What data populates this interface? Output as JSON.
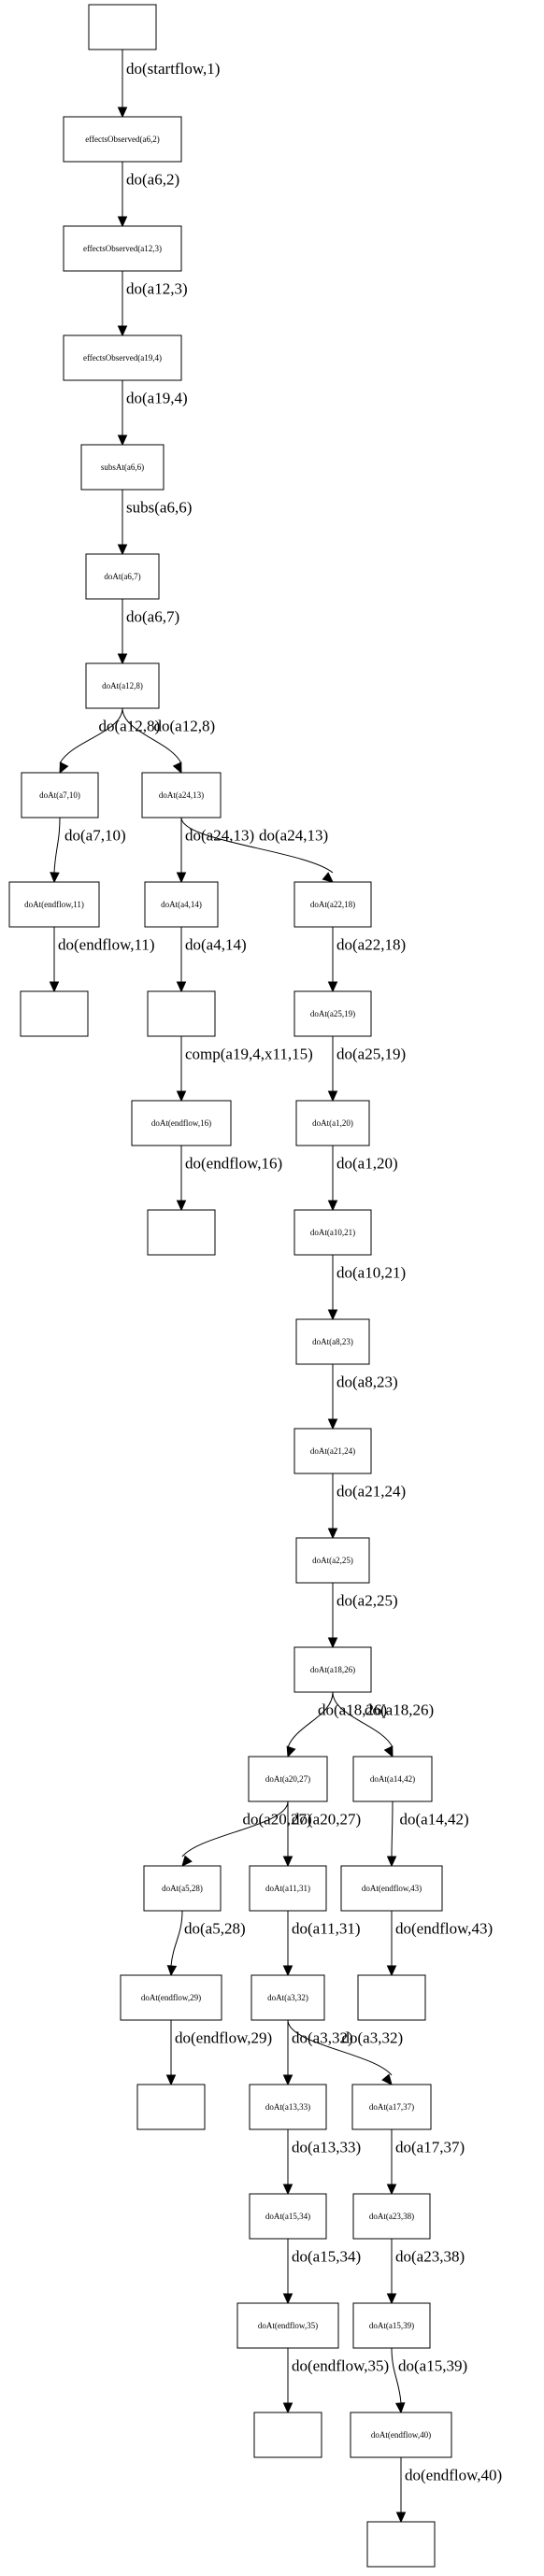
{
  "nodes": [
    {
      "id": "n0",
      "label": ""
    },
    {
      "id": "n1",
      "label": "effectsObserved(a6,2)"
    },
    {
      "id": "n2",
      "label": "effectsObserved(a12,3)"
    },
    {
      "id": "n3",
      "label": "effectsObserved(a19,4)"
    },
    {
      "id": "n4",
      "label": "subsAt(a6,6)"
    },
    {
      "id": "n5",
      "label": "doAt(a6,7)"
    },
    {
      "id": "n6",
      "label": "doAt(a12,8)"
    },
    {
      "id": "n7",
      "label": "doAt(a7,10)"
    },
    {
      "id": "n8",
      "label": "doAt(a24,13)"
    },
    {
      "id": "n9",
      "label": "doAt(endflow,11)"
    },
    {
      "id": "n10",
      "label": "doAt(a4,14)"
    },
    {
      "id": "n11",
      "label": "doAt(a22,18)"
    },
    {
      "id": "n12",
      "label": ""
    },
    {
      "id": "n13",
      "label": ""
    },
    {
      "id": "n14",
      "label": "doAt(a25,19)"
    },
    {
      "id": "n15",
      "label": "doAt(endflow,16)"
    },
    {
      "id": "n16",
      "label": "doAt(a1,20)"
    },
    {
      "id": "n17",
      "label": ""
    },
    {
      "id": "n18",
      "label": "doAt(a10,21)"
    },
    {
      "id": "n19",
      "label": "doAt(a8,23)"
    },
    {
      "id": "n20",
      "label": "doAt(a21,24)"
    },
    {
      "id": "n21",
      "label": "doAt(a2,25)"
    },
    {
      "id": "n22",
      "label": "doAt(a18,26)"
    },
    {
      "id": "n23",
      "label": "doAt(a20,27)"
    },
    {
      "id": "n24",
      "label": "doAt(a14,42)"
    },
    {
      "id": "n25",
      "label": "doAt(a5,28)"
    },
    {
      "id": "n26",
      "label": "doAt(a11,31)"
    },
    {
      "id": "n27",
      "label": "doAt(endflow,43)"
    },
    {
      "id": "n28",
      "label": "doAt(endflow,29)"
    },
    {
      "id": "n29",
      "label": "doAt(a3,32)"
    },
    {
      "id": "n30",
      "label": ""
    },
    {
      "id": "n31",
      "label": ""
    },
    {
      "id": "n32",
      "label": "doAt(a13,33)"
    },
    {
      "id": "n33",
      "label": "doAt(a17,37)"
    },
    {
      "id": "n34",
      "label": "doAt(a15,34)"
    },
    {
      "id": "n35",
      "label": "doAt(a23,38)"
    },
    {
      "id": "n36",
      "label": "doAt(endflow,35)"
    },
    {
      "id": "n37",
      "label": "doAt(a15,39)"
    },
    {
      "id": "n38",
      "label": ""
    },
    {
      "id": "n39",
      "label": "doAt(endflow,40)"
    },
    {
      "id": "n40",
      "label": ""
    }
  ],
  "edges": [
    {
      "from": "n0",
      "to": "n1",
      "label": "do(startflow,1)"
    },
    {
      "from": "n1",
      "to": "n2",
      "label": "do(a6,2)"
    },
    {
      "from": "n2",
      "to": "n3",
      "label": "do(a12,3)"
    },
    {
      "from": "n3",
      "to": "n4",
      "label": "do(a19,4)"
    },
    {
      "from": "n4",
      "to": "n5",
      "label": "subs(a6,6)"
    },
    {
      "from": "n5",
      "to": "n6",
      "label": "do(a6,7)"
    },
    {
      "from": "n6",
      "to": "n7",
      "label": "do(a12,8)"
    },
    {
      "from": "n6",
      "to": "n8",
      "label": "do(a12,8)"
    },
    {
      "from": "n7",
      "to": "n9",
      "label": "do(a7,10)"
    },
    {
      "from": "n8",
      "to": "n10",
      "label": "do(a24,13)"
    },
    {
      "from": "n8",
      "to": "n11",
      "label": "do(a24,13)"
    },
    {
      "from": "n9",
      "to": "n12",
      "label": "do(endflow,11)"
    },
    {
      "from": "n10",
      "to": "n13",
      "label": "do(a4,14)"
    },
    {
      "from": "n11",
      "to": "n14",
      "label": "do(a22,18)"
    },
    {
      "from": "n13",
      "to": "n15",
      "label": "comp(a19,4,x11,15)"
    },
    {
      "from": "n14",
      "to": "n16",
      "label": "do(a25,19)"
    },
    {
      "from": "n15",
      "to": "n17",
      "label": "do(endflow,16)"
    },
    {
      "from": "n16",
      "to": "n18",
      "label": "do(a1,20)"
    },
    {
      "from": "n18",
      "to": "n19",
      "label": "do(a10,21)"
    },
    {
      "from": "n19",
      "to": "n20",
      "label": "do(a8,23)"
    },
    {
      "from": "n20",
      "to": "n21",
      "label": "do(a21,24)"
    },
    {
      "from": "n21",
      "to": "n22",
      "label": "do(a2,25)"
    },
    {
      "from": "n22",
      "to": "n23",
      "label": "do(a18,26)"
    },
    {
      "from": "n22",
      "to": "n24",
      "label": "do(a18,26)"
    },
    {
      "from": "n23",
      "to": "n25",
      "label": "do(a20,27)"
    },
    {
      "from": "n23",
      "to": "n26",
      "label": "do(a20,27)"
    },
    {
      "from": "n24",
      "to": "n27",
      "label": "do(a14,42)"
    },
    {
      "from": "n25",
      "to": "n28",
      "label": "do(a5,28)"
    },
    {
      "from": "n26",
      "to": "n29",
      "label": "do(a11,31)"
    },
    {
      "from": "n27",
      "to": "n30",
      "label": "do(endflow,43)"
    },
    {
      "from": "n28",
      "to": "n31",
      "label": "do(endflow,29)"
    },
    {
      "from": "n29",
      "to": "n32",
      "label": "do(a3,32)"
    },
    {
      "from": "n29",
      "to": "n33",
      "label": "do(a3,32)"
    },
    {
      "from": "n32",
      "to": "n34",
      "label": "do(a13,33)"
    },
    {
      "from": "n33",
      "to": "n35",
      "label": "do(a17,37)"
    },
    {
      "from": "n34",
      "to": "n36",
      "label": "do(a15,34)"
    },
    {
      "from": "n35",
      "to": "n37",
      "label": "do(a23,38)"
    },
    {
      "from": "n36",
      "to": "n38",
      "label": "do(endflow,35)"
    },
    {
      "from": "n37",
      "to": "n39",
      "label": "do(a15,39)"
    },
    {
      "from": "n39",
      "to": "n40",
      "label": "do(endflow,40)"
    }
  ]
}
